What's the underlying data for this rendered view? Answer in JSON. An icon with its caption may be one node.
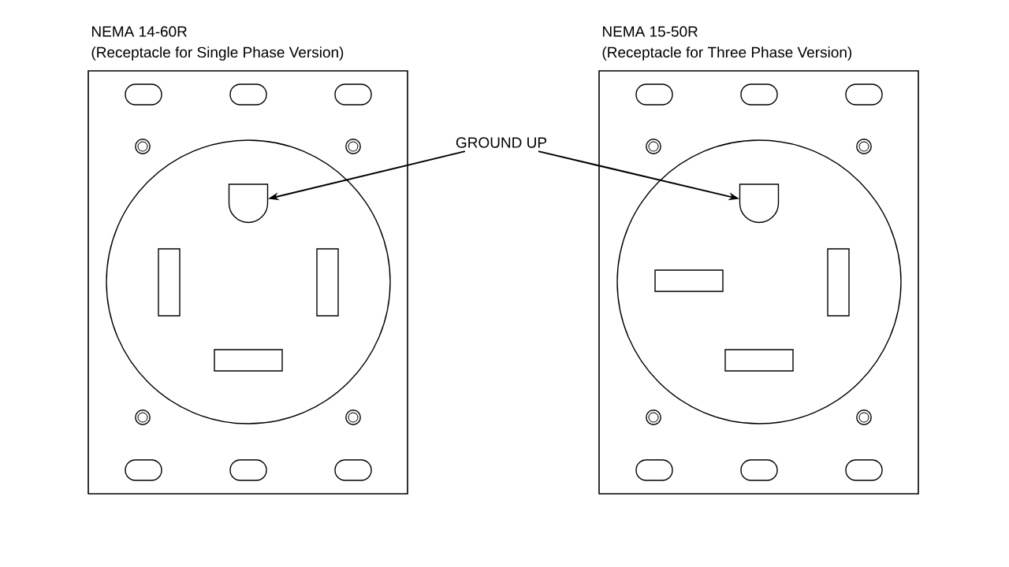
{
  "diagram": {
    "nodes": [
      {
        "text": [
          "NEMA 14-60R",
          "(Receptacle for Single Phase Version)"
        ]
      },
      {
        "text": [
          "NEMA 15-50R",
          "(Receptacle for Three Phase Version)"
        ]
      },
      {
        "text": [
          "GROUND UP"
        ]
      },
      {
        "text": [],
        "shape": "slot",
        "in": 0
      },
      {
        "text": [],
        "shape": "slot",
        "in": 1
      }
    ],
    "edges": [
      {
        "from": 2,
        "to": 3,
        "arrow": "to"
      },
      {
        "from": 2,
        "to": 4,
        "arrow": "to"
      }
    ]
  }
}
